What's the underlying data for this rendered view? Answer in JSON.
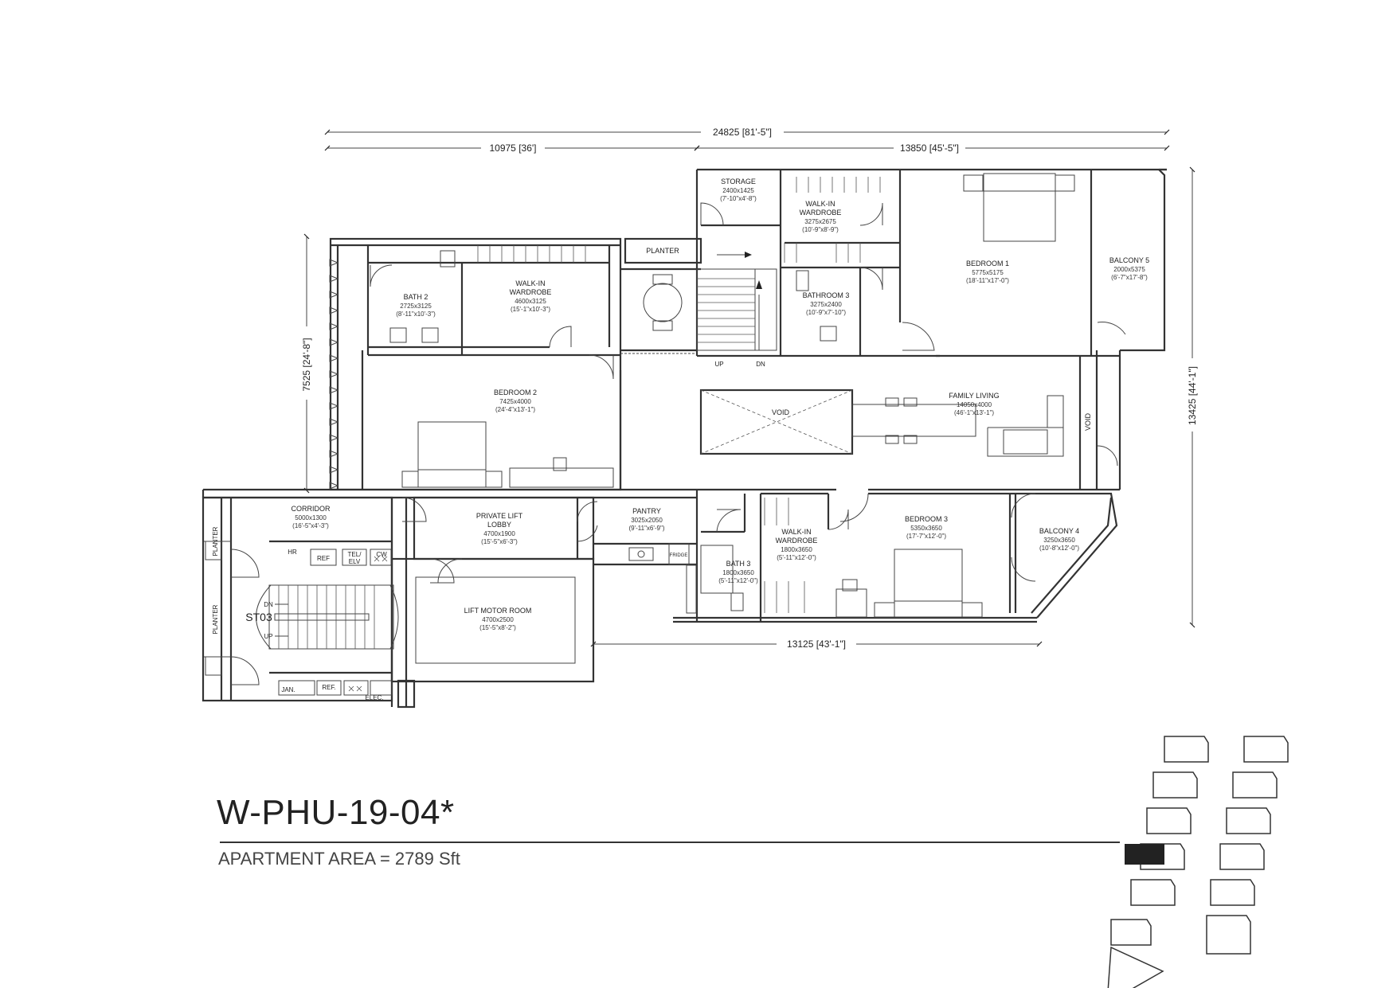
{
  "unit": {
    "code": "W-PHU-19-04*",
    "area_label": "APARTMENT AREA  = 2789 Sft"
  },
  "dimensions": {
    "overall": "24825 [81'-5\"]",
    "left_part": "10975 [36']",
    "right_part": "13850 [45'-5\"]",
    "left_height": "7525 [24'-8\"]",
    "right_height": "13425 [44'-1\"]",
    "bottom": "13125 [43'-1\"]"
  },
  "rooms": {
    "storage": {
      "name": "STORAGE",
      "size": "2400x1425",
      "imperial": "(7'-10\"x4'-8\")"
    },
    "wic_master": {
      "name1": "WALK-IN",
      "name2": "WARDROBE",
      "size": "3275x2675",
      "imperial": "(10'-9\"x8'-9\")"
    },
    "bedroom1": {
      "name": "BEDROOM 1",
      "size": "5775x5175",
      "imperial": "(18'-11\"x17'-0\")"
    },
    "balcony5": {
      "name": "BALCONY 5",
      "size": "2000x5375",
      "imperial": "(6'-7\"x17'-8\")"
    },
    "bath2": {
      "name": "BATH 2",
      "size": "2725x3125",
      "imperial": "(8'-11\"x10'-3\")"
    },
    "wic2": {
      "name1": "WALK-IN",
      "name2": "WARDROBE",
      "size": "4600x3125",
      "imperial": "(15'-1\"x10'-3\")"
    },
    "planter_top": {
      "name": "PLANTER"
    },
    "bathroom3": {
      "name": "BATHROOM 3",
      "size": "3275x2400",
      "imperial": "(10'-9\"x7'-10\")"
    },
    "bedroom2": {
      "name": "BEDROOM 2",
      "size": "7425x4000",
      "imperial": "(24'-4\"x13'-1\")"
    },
    "void_center": {
      "name": "VOID"
    },
    "family": {
      "name": "FAMILY LIVING",
      "size": "14050x4000",
      "imperial": "(46'-1\"x13'-1\")"
    },
    "void_side": {
      "name": "VOID"
    },
    "corridor": {
      "name": "CORRIDOR",
      "size": "5000x1300",
      "imperial": "(16'-5\"x4'-3\")"
    },
    "lift_lobby": {
      "name1": "PRIVATE LIFT",
      "name2": "LOBBY",
      "size": "4700x1900",
      "imperial": "(15'-5\"x6'-3\")"
    },
    "pantry": {
      "name": "PANTRY",
      "size": "3025x2050",
      "imperial": "(9'-11\"x6'-9\")"
    },
    "bath3": {
      "name": "BATH 3",
      "size": "1800x3650",
      "imperial": "(5'-11\"x12'-0\")"
    },
    "wic3": {
      "name1": "WALK-IN",
      "name2": "WARDROBE",
      "size": "1800x3650",
      "imperial": "(5'-11\"x12'-0\")"
    },
    "bedroom3": {
      "name": "BEDROOM 3",
      "size": "5350x3650",
      "imperial": "(17'-7\"x12'-0\")"
    },
    "balcony4": {
      "name": "BALCONY 4",
      "size": "3250x3650",
      "imperial": "(10'-8\"x12'-0\")"
    },
    "lift_motor": {
      "name": "LIFT MOTOR ROOM",
      "size": "4700x2500",
      "imperial": "(15'-5\"x8'-2\")"
    }
  },
  "labels": {
    "stair_up": "UP",
    "stair_dn": "DN",
    "core_dn": "DN",
    "core_up": "UP",
    "core_st": "ST03",
    "planter1": "PLANTER",
    "planter2": "PLANTER",
    "hr": "HR",
    "ref1": "REF",
    "tel": "TEL/",
    "elv": "ELV",
    "cw": "CW",
    "jan": "JAN.",
    "ref2": "REF.",
    "elec": "ELEC.",
    "fridge": "FRIDGE"
  }
}
